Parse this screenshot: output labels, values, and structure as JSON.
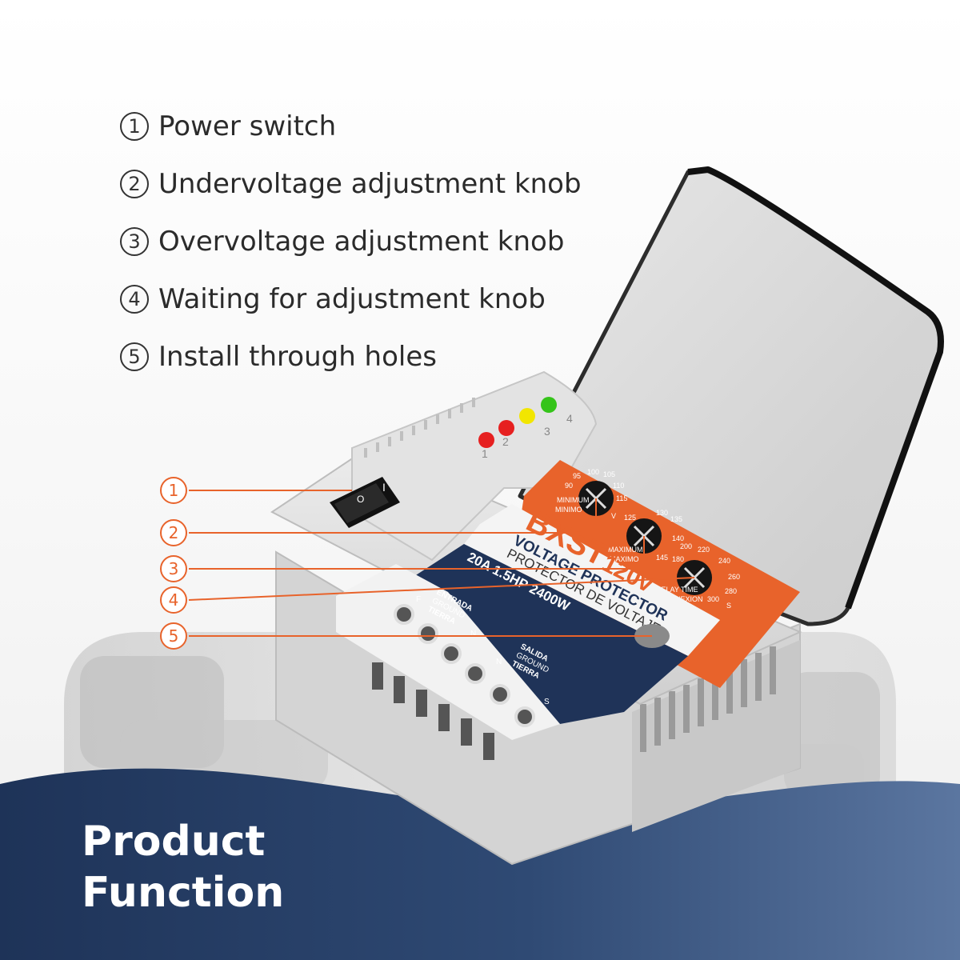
{
  "legend": {
    "items": [
      {
        "num": "1",
        "label": "Power switch"
      },
      {
        "num": "2",
        "label": "Undervoltage adjustment knob"
      },
      {
        "num": "3",
        "label": "Overvoltage adjustment knob"
      },
      {
        "num": "4",
        "label": "Waiting for adjustment knob"
      },
      {
        "num": "5",
        "label": "Install through holes"
      }
    ]
  },
  "callouts": [
    "1",
    "2",
    "3",
    "4",
    "5"
  ],
  "title": {
    "line1": "Product",
    "line2": "Function"
  },
  "device": {
    "brand": "BXST",
    "voltage": "120v",
    "name_en": "VOLTAGE PROTECTOR",
    "name_es": "PROTECTOR DE VOLTAJE",
    "rating": "20A 1.5HP 2400W",
    "input_label": "ENTRADA",
    "input_ground": "GROUND",
    "input_tierra": "TIERRA",
    "output_label": "SALIDA",
    "output_ground": "GROUND",
    "output_tierra": "TIERRA",
    "knob1_label1": "MINIMUM",
    "knob1_label2": "MINIMO",
    "knob1_unit": "V",
    "knob2_label1": "MAXIMUM",
    "knob2_label2": "MAXIMO",
    "knob3_label1": "DELAY TIME",
    "knob3_label2": "RECONEXION",
    "knob3_unit": "S",
    "terminal_f": "F",
    "terminal_n1": "N",
    "terminal_n2": "N",
    "terminal_s": "S",
    "scale1": [
      "90",
      "95",
      "100",
      "105",
      "110",
      "115"
    ],
    "scale2": [
      "125",
      "130",
      "135",
      "140",
      "145"
    ],
    "scale3": [
      "180",
      "200",
      "220",
      "240",
      "260",
      "280",
      "300"
    ],
    "led_1": "1",
    "led_2": "2",
    "led_3": "3",
    "led_4": "4"
  },
  "colors": {
    "accent": "#e8632b",
    "navy": "#1f3358",
    "wave_dark": "#1e3358",
    "wave_light": "#4e6a93",
    "led_red": "#e62020",
    "led_yellow": "#f2e600",
    "led_green": "#35c41a"
  }
}
